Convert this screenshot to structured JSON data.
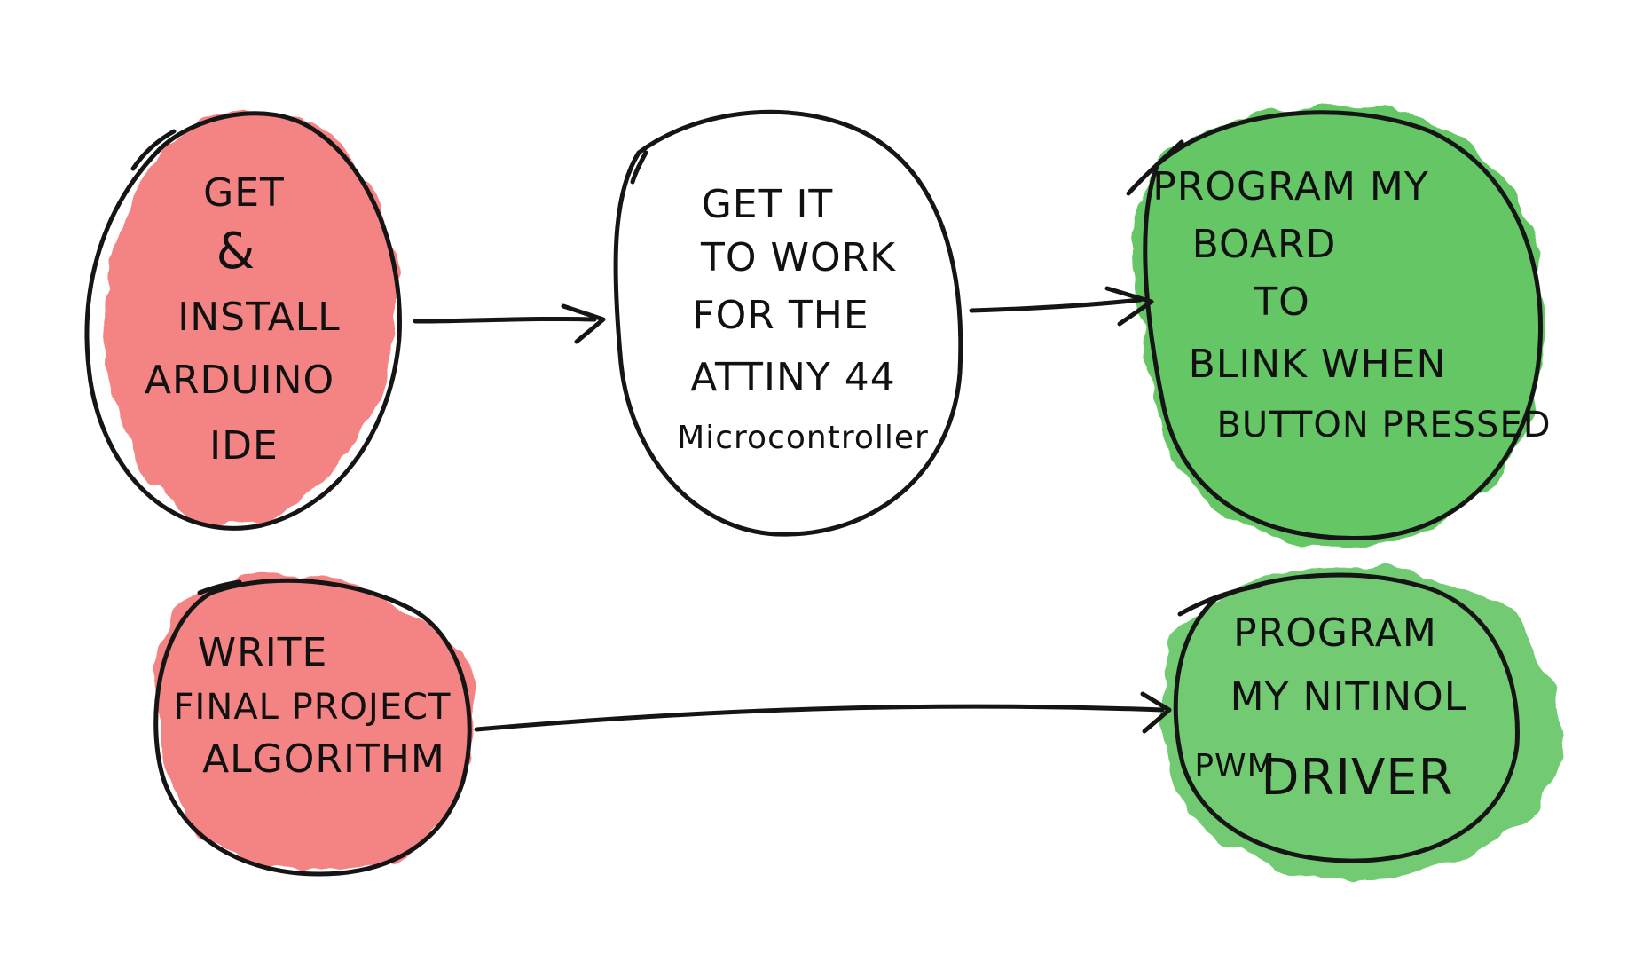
{
  "colors": {
    "todo_fill": "#f26b6b",
    "done_fill": "#4bbd4b",
    "neutral_fill": "#ffffff",
    "ink": "#151515"
  },
  "nodes": [
    {
      "id": "install-arduino-ide",
      "status": "red",
      "lines": [
        "GET",
        "&",
        "INSTALL",
        "ARDUINO",
        "IDE"
      ]
    },
    {
      "id": "attiny44-support",
      "status": "white",
      "lines": [
        "GET  IT",
        "TO WORK",
        "FOR  THE",
        "ATTINY 44",
        "Microcontroller"
      ]
    },
    {
      "id": "program-board-blink",
      "status": "green",
      "lines": [
        "PROGRAM  MY",
        "BOARD",
        "TO",
        "BLINK  WHEN",
        "BUTTON  PRESSED"
      ]
    },
    {
      "id": "final-project-algorithm",
      "status": "red",
      "lines": [
        "WRITE",
        "FINAL PROJECT",
        "ALGORITHM"
      ]
    },
    {
      "id": "nitinol-pwm-driver",
      "status": "green",
      "lines": [
        "PROGRAM",
        "MY NITINOL",
        "PWM",
        "DRIVER"
      ]
    }
  ],
  "edges": [
    {
      "from": "install-arduino-ide",
      "to": "attiny44-support"
    },
    {
      "from": "attiny44-support",
      "to": "program-board-blink"
    },
    {
      "from": "final-project-algorithm",
      "to": "nitinol-pwm-driver"
    }
  ]
}
